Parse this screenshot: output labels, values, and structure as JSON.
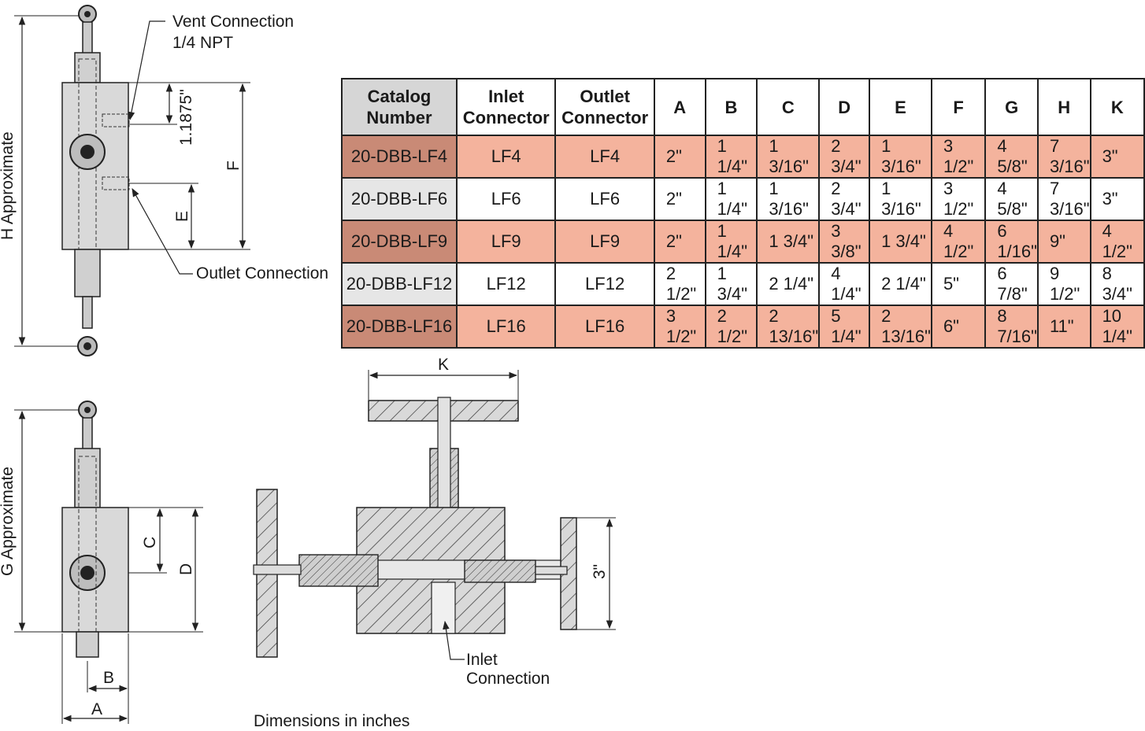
{
  "labels": {
    "vent": [
      "Vent Connection",
      "1/4 NPT"
    ],
    "outlet": "Outlet Connection",
    "inlet": [
      "Inlet",
      "Connection"
    ],
    "h_approx": "H Approximate",
    "g_approx": "G Approximate",
    "dim_1875": "1.1875\"",
    "dim_3": "3\"",
    "F": "F",
    "E": "E",
    "C": "C",
    "D": "D",
    "B": "B",
    "A": "A",
    "K": "K"
  },
  "caption": "Dimensions in inches",
  "table": {
    "headers": [
      {
        "l1": "Catalog",
        "l2": "Number"
      },
      {
        "l1": "Inlet",
        "l2": "Connector"
      },
      {
        "l1": "Outlet",
        "l2": "Connector"
      },
      {
        "l1": "A",
        "l2": ""
      },
      {
        "l1": "B",
        "l2": ""
      },
      {
        "l1": "C",
        "l2": ""
      },
      {
        "l1": "D",
        "l2": ""
      },
      {
        "l1": "E",
        "l2": ""
      },
      {
        "l1": "F",
        "l2": ""
      },
      {
        "l1": "G",
        "l2": ""
      },
      {
        "l1": "H",
        "l2": ""
      },
      {
        "l1": "K",
        "l2": ""
      }
    ],
    "rows": [
      [
        "20-DBB-LF4",
        "LF4",
        "LF4",
        "2\"",
        "1 1/4\"",
        "1 3/16\"",
        "2 3/4\"",
        "1 3/16\"",
        "3 1/2\"",
        "4 5/8\"",
        "7 3/16\"",
        "3\""
      ],
      [
        "20-DBB-LF6",
        "LF6",
        "LF6",
        "2\"",
        "1 1/4\"",
        "1 3/16\"",
        "2 3/4\"",
        "1 3/16\"",
        "3 1/2\"",
        "4 5/8\"",
        "7 3/16\"",
        "3\""
      ],
      [
        "20-DBB-LF9",
        "LF9",
        "LF9",
        "2\"",
        "1 1/4\"",
        "1 3/4\"",
        "3 3/8\"",
        "1 3/4\"",
        "4 1/2\"",
        "6 1/16\"",
        "9\"",
        "4 1/2\""
      ],
      [
        "20-DBB-LF12",
        "LF12",
        "LF12",
        "2 1/2\"",
        "1 3/4\"",
        "2 1/4\"",
        "4 1/4\"",
        "2 1/4\"",
        "5\"",
        "6 7/8\"",
        "9 1/2\"",
        "8 3/4\""
      ],
      [
        "20-DBB-LF16",
        "LF16",
        "LF16",
        "3 1/2\"",
        "2 1/2\"",
        "2 13/16\"",
        "5 1/4\"",
        "2 13/16\"",
        "6\"",
        "8 7/16\"",
        "11\"",
        "10 1/4\""
      ]
    ]
  }
}
